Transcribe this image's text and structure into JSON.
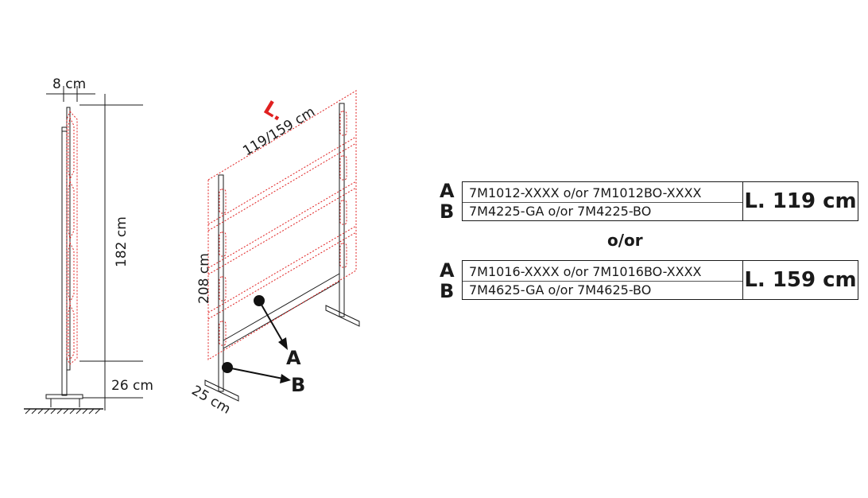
{
  "side_view": {
    "width_label": "8 cm",
    "height_label": "182 cm",
    "base_label": "26 cm"
  },
  "front_view": {
    "length_marker": "L.",
    "length_label": "119/159 cm",
    "height_label": "208 cm",
    "foot_label": "25 cm",
    "callout_a": "A",
    "callout_b": "B"
  },
  "tables": [
    {
      "letter_a": "A",
      "letter_b": "B",
      "code_a": "7M1012-XXXX o/or 7M1012BO-XXXX",
      "code_b": "7M4225-GA o/or 7M4225-BO",
      "length": "L. 119 cm"
    },
    {
      "letter_a": "A",
      "letter_b": "B",
      "code_a": "7M1016-XXXX o/or 7M1016BO-XXXX",
      "code_b": "7M4625-GA o/or 7M4625-BO",
      "length": "L. 159 cm"
    }
  ],
  "separator": "o/or",
  "colors": {
    "line": "#1a1a1a",
    "accent": "#e02020"
  }
}
